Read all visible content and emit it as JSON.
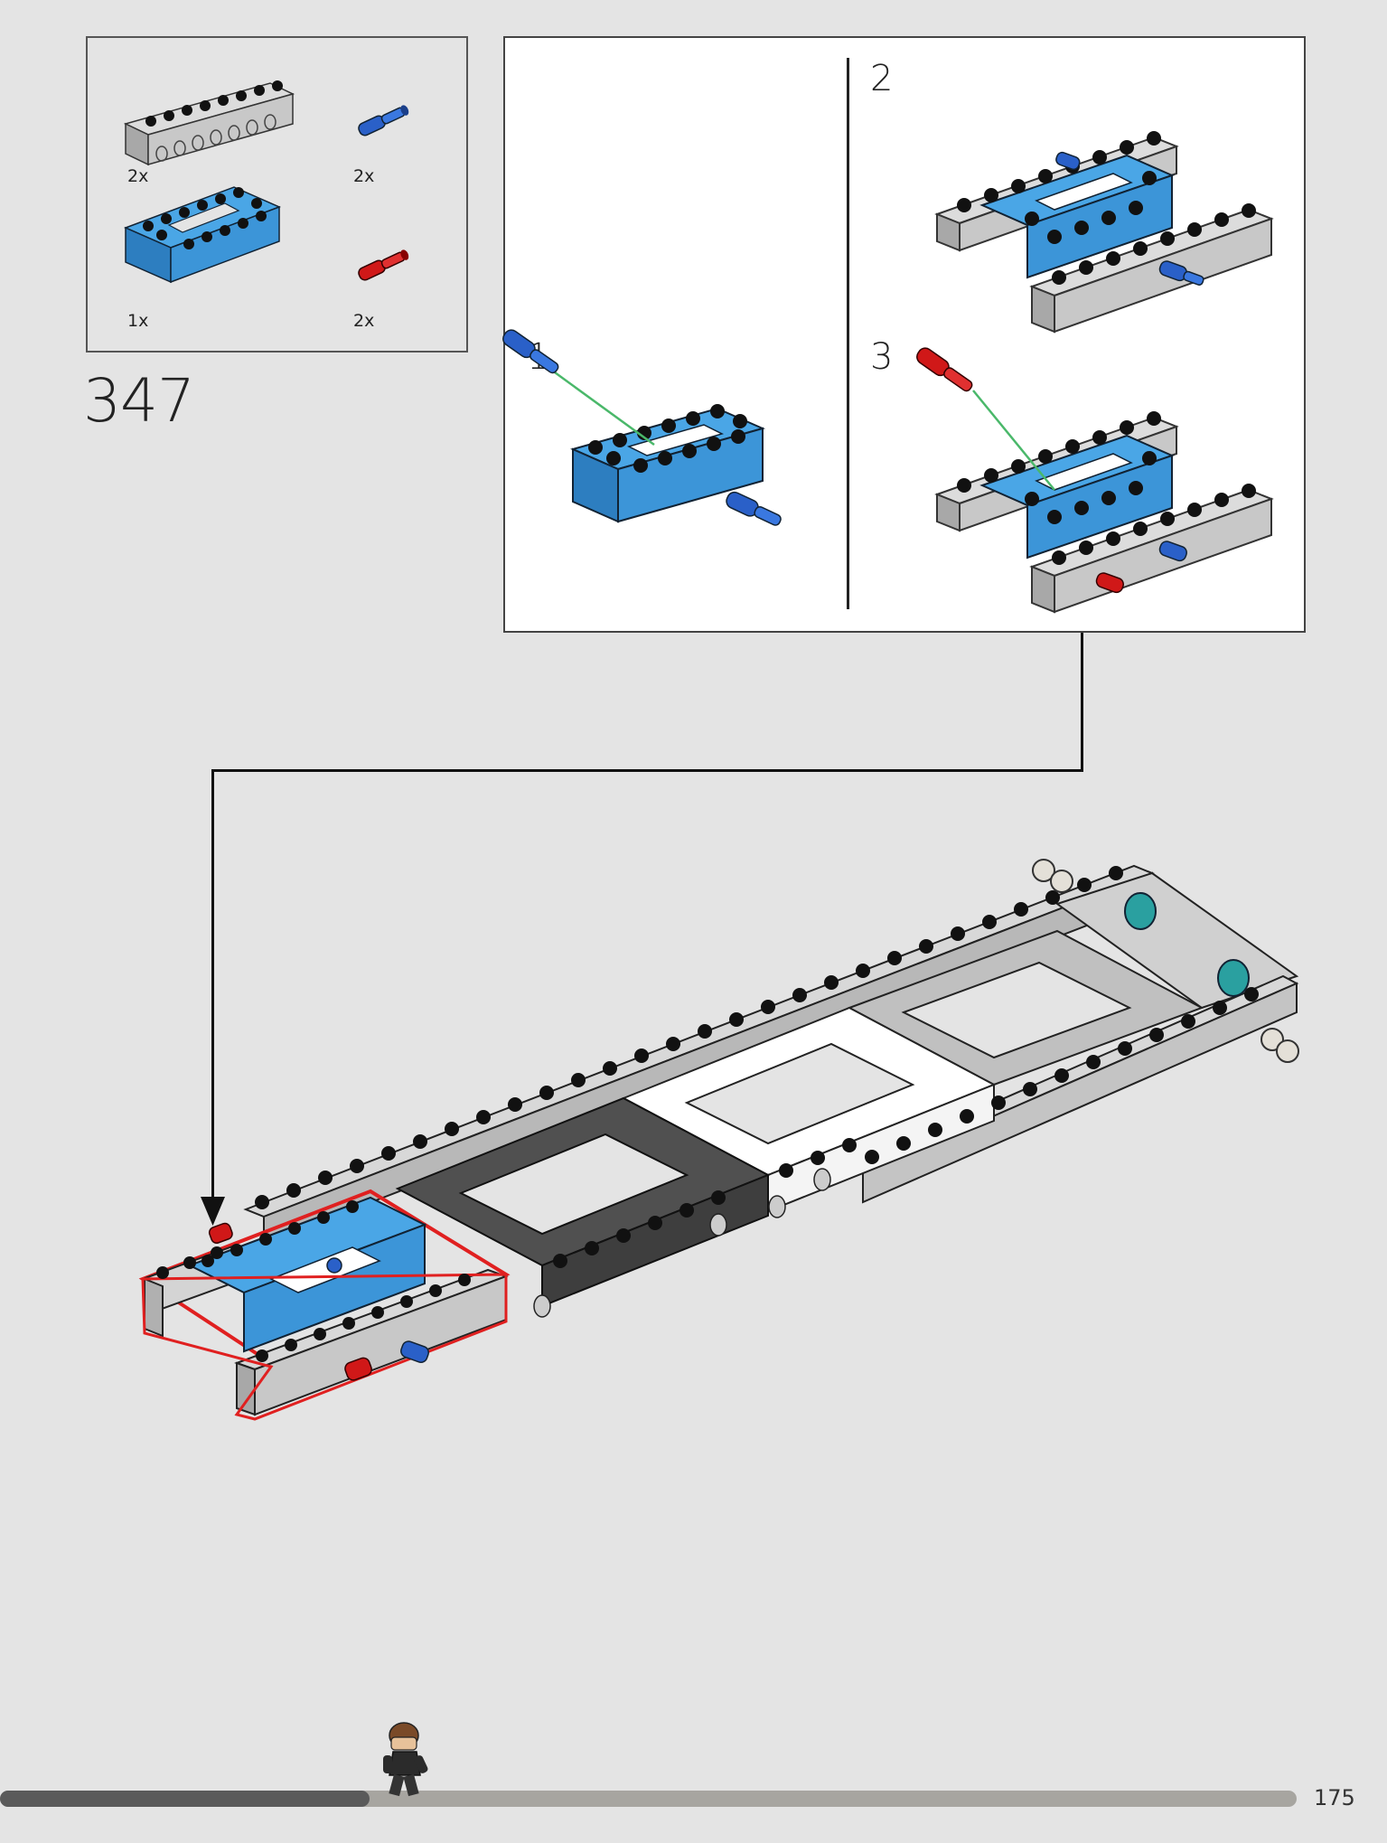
{
  "parts_list": {
    "items": [
      {
        "name": "light-gray-technic-brick",
        "qty": "2x"
      },
      {
        "name": "blue-technic-pin",
        "qty": "2x"
      },
      {
        "name": "blue-technic-frame",
        "qty": "1x"
      },
      {
        "name": "red-technic-pin",
        "qty": "2x"
      }
    ]
  },
  "step": {
    "number": "347"
  },
  "sub_steps": [
    {
      "number": "1"
    },
    {
      "number": "2"
    },
    {
      "number": "3"
    }
  ],
  "footer": {
    "page_number": "175",
    "progress": 0.285
  },
  "colors": {
    "background": "#e4e4e4",
    "technic_blue": "#3a8fd0",
    "light_gray": "#c6c6c6",
    "dark_gray": "#555555",
    "red_pin": "#d01818",
    "blue_pin": "#2a60c8",
    "highlight_red": "#e02020"
  }
}
